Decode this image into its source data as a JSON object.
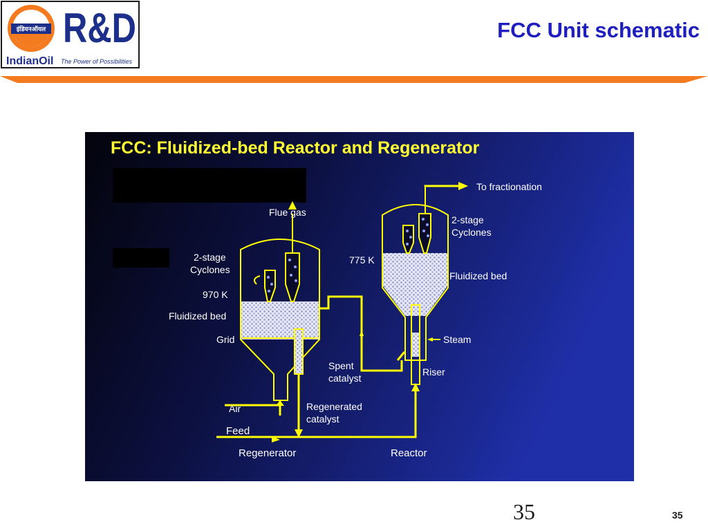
{
  "header": {
    "title": "FCC Unit schematic",
    "logo": {
      "hindi_text": "इंडियनऑयल",
      "brand_text": "R&D",
      "company_text": "IndianOil",
      "tagline": "The Power of Possibilities"
    }
  },
  "diagram": {
    "title": "FCC: Fluidized-bed Reactor and Regenerator",
    "labels": {
      "to_fractionation": "To fractionation",
      "flue_gas": "Flue gas",
      "regen_cyclones_line1": "2-stage",
      "regen_cyclones_line2": "Cyclones",
      "regen_temp": "970 K",
      "regen_bed": "Fluidized bed",
      "grid": "Grid",
      "air": "Air",
      "feed": "Feed",
      "regenerator": "Regenerator",
      "reactor_cyclones_line1": "2-stage",
      "reactor_cyclones_line2": "Cyclones",
      "reactor_temp": "775 K",
      "reactor_bed": "Fluidized bed",
      "steam": "Steam",
      "riser": "Riser",
      "spent_line1": "Spent",
      "spent_line2": "catalyst",
      "regen_cat_line1": "Regenerated",
      "regen_cat_line2": "catalyst",
      "reactor": "Reactor"
    },
    "colors": {
      "title": "#ffff33",
      "line": "#ffff00",
      "label": "#ffffff",
      "bed": "#d8d8e8",
      "particles": "#7f90ff"
    }
  },
  "footer": {
    "page_big": "35",
    "page_small": "35"
  }
}
